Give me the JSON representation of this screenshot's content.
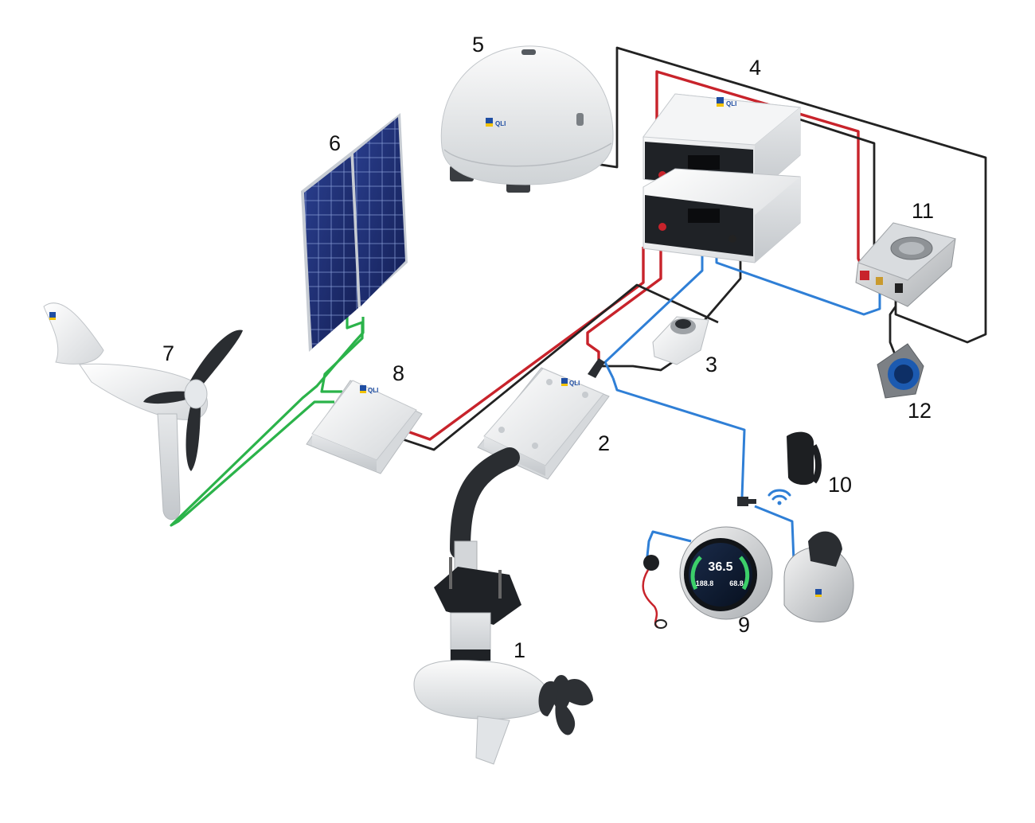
{
  "callouts": {
    "motor": "1",
    "motor_controller": "2",
    "main_switch": "3",
    "battery_pack": "4",
    "radar_dome": "5",
    "solar_panel": "6",
    "wind_turbine": "7",
    "charge_controller": "8",
    "display": "9",
    "remote_wristband": "10",
    "charger": "11",
    "shore_inlet": "12"
  },
  "display": {
    "main_value": "36.5",
    "left_value": "188.8",
    "right_value": "68.8"
  },
  "colors": {
    "positive_cable": "#c8232b",
    "negative_cable": "#222222",
    "data_cable": "#2f7fd6",
    "solar_cable": "#2bb34a",
    "device_body": "#eceeef",
    "solar_cell": "#1b2d6e",
    "brand_blue": "#1f4ea3",
    "brand_yellow": "#f2c200"
  },
  "icons": {
    "wireless": "wifi-icon",
    "brand": "brand-logo"
  }
}
